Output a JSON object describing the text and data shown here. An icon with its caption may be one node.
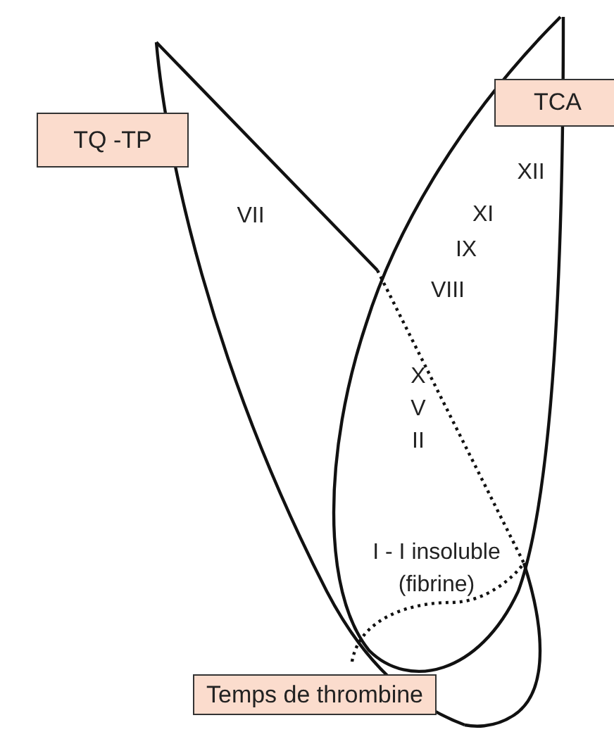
{
  "diagram": {
    "nodes": [
      {
        "text": [
          "TQ -TP"
        ]
      },
      {
        "text": [
          "TCA"
        ]
      },
      {
        "text": [
          "Temps de thrombine"
        ]
      }
    ],
    "labels": [
      "VII",
      "XII",
      "XI",
      "IX",
      "VIII",
      "X",
      "V",
      "II",
      "I - I insoluble (fibrine)"
    ]
  }
}
